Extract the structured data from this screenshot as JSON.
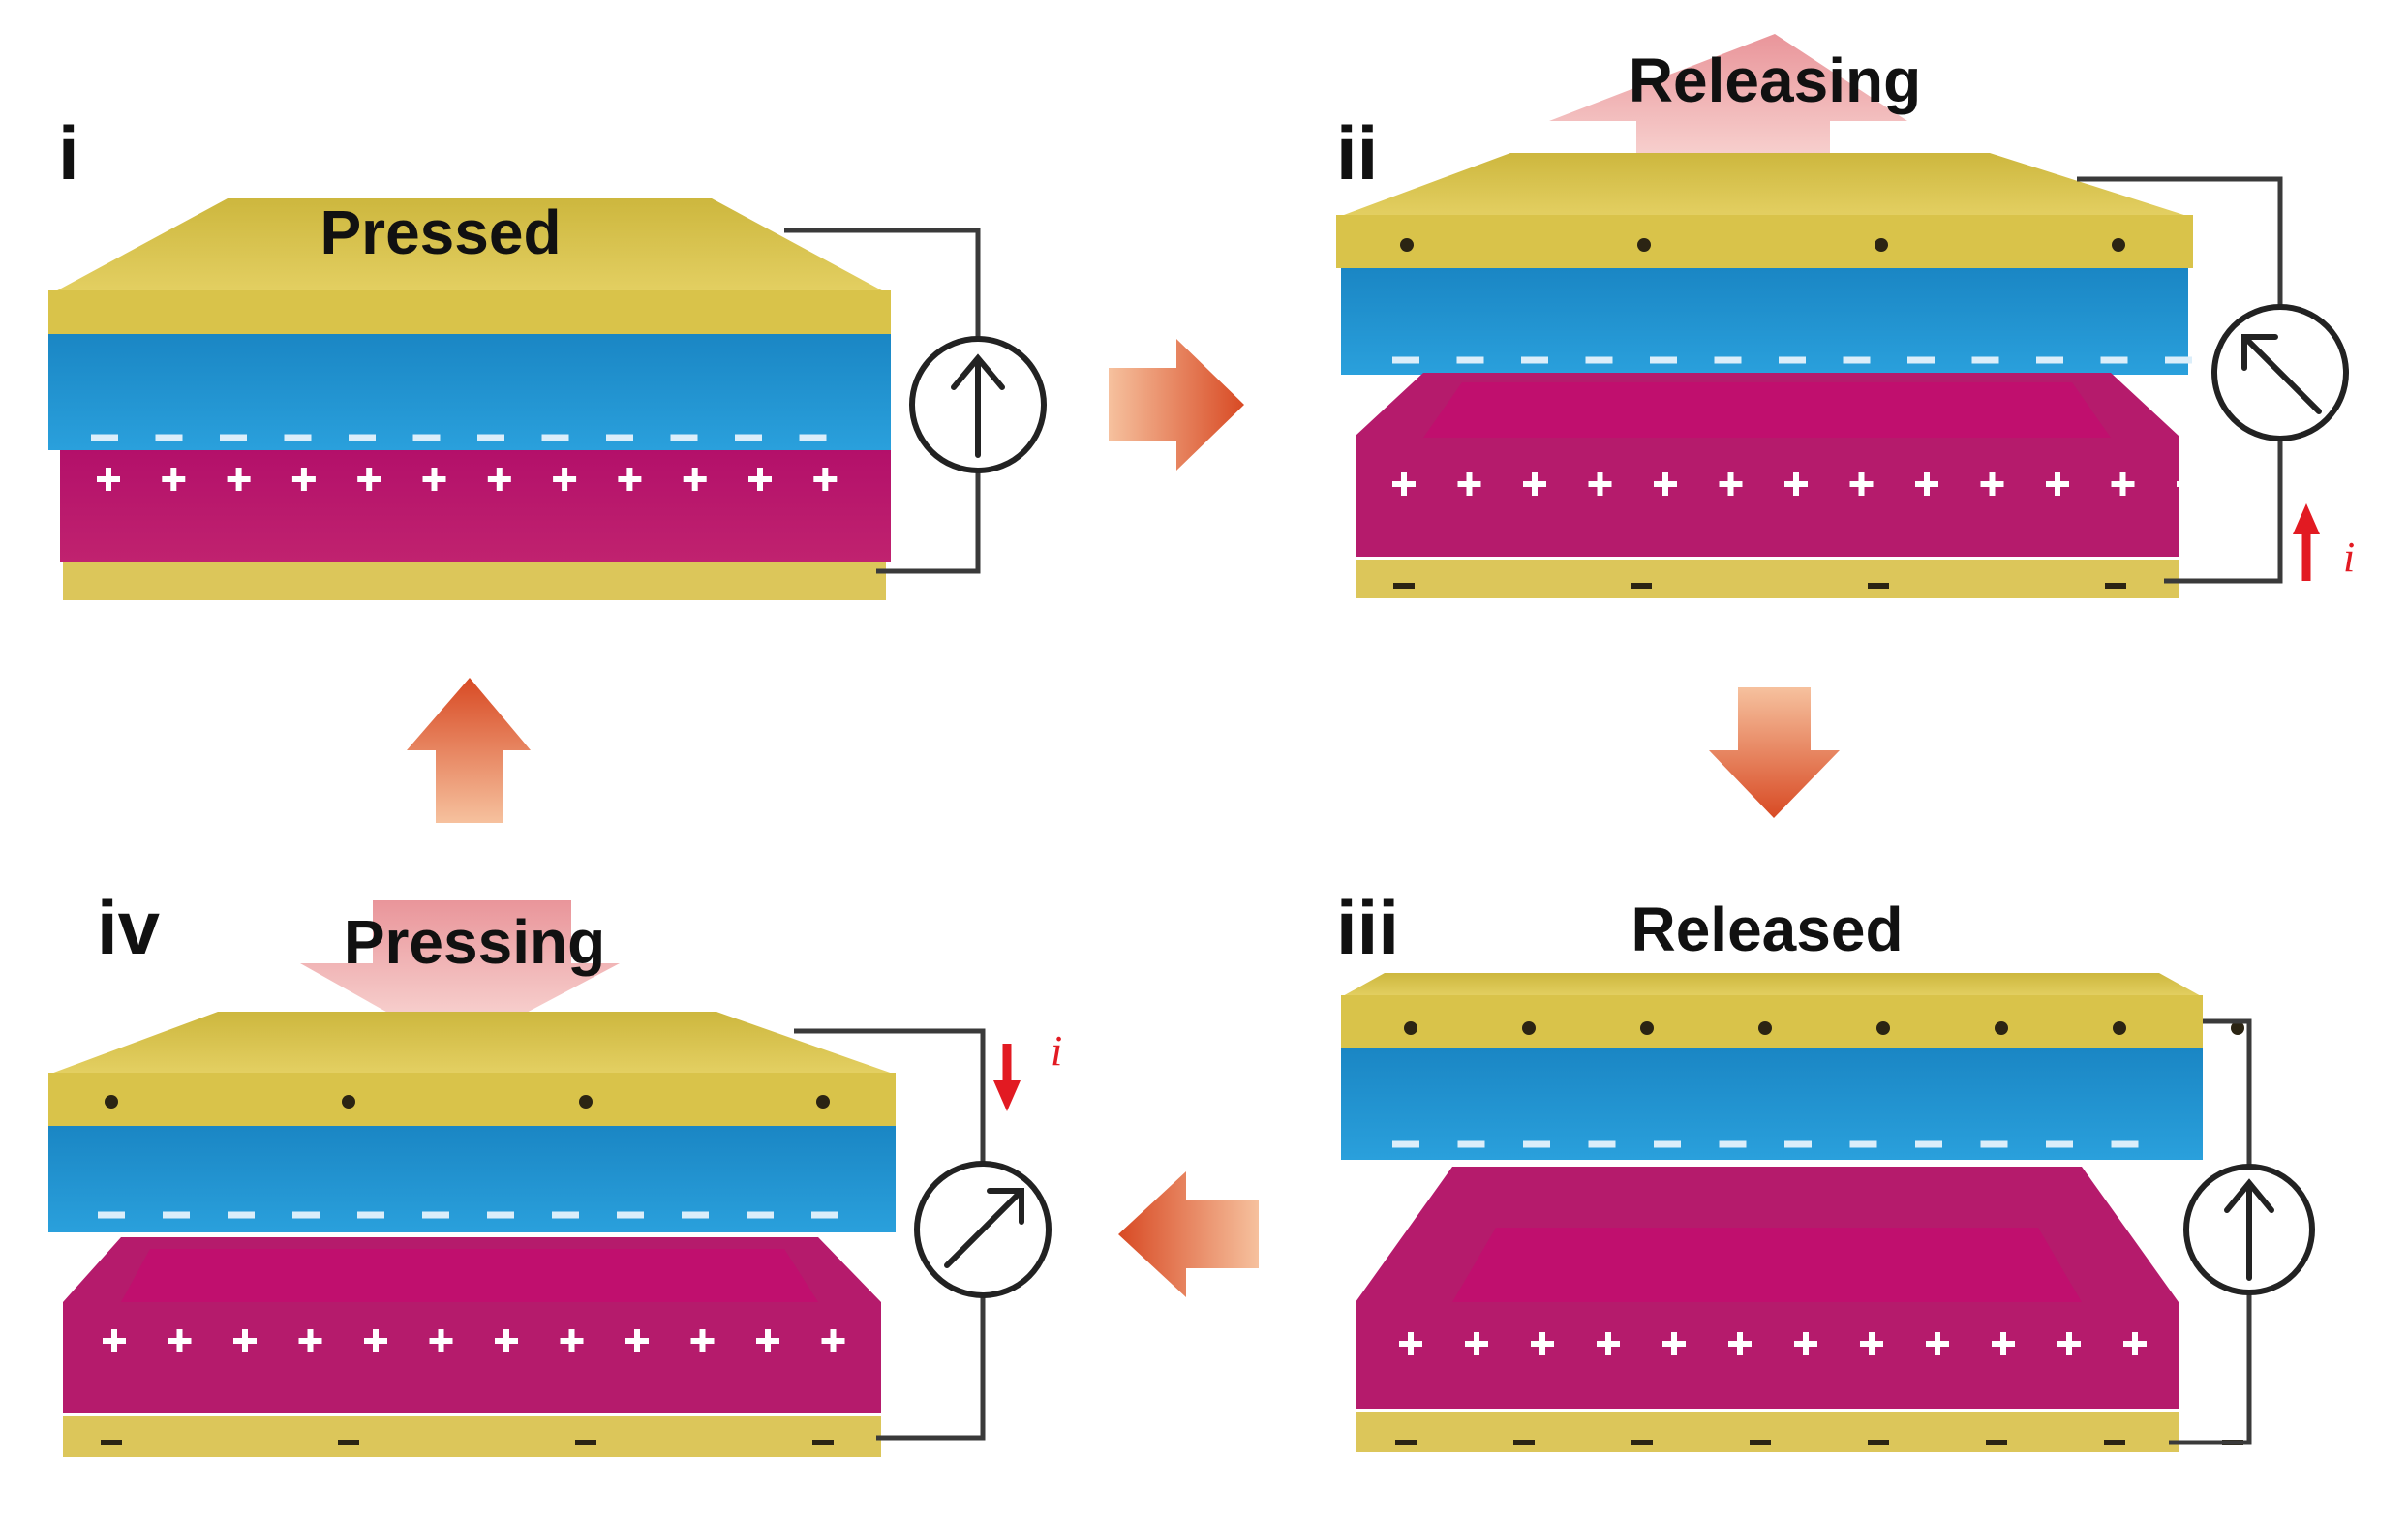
{
  "panels": [
    {
      "id": "i",
      "roman": "i",
      "state": "Pressed"
    },
    {
      "id": "ii",
      "roman": "ii",
      "state": "Releasing",
      "current_label": "i"
    },
    {
      "id": "iii",
      "roman": "iii",
      "state": "Released"
    },
    {
      "id": "iv",
      "roman": "iv",
      "state": "Pressing",
      "current_label": "i"
    }
  ],
  "colors": {
    "electrode": "#d8c24a",
    "electrode_light": "#e7d46a",
    "dielectric_top": "#1e8fcc",
    "dielectric_bottom": "#b0186a",
    "dielectric_bottom_inner": "#c21270",
    "arrow": "#e0683a",
    "current_arrow": "#e21a22"
  },
  "icons": [
    "ammeter-icon",
    "process-arrow-icon",
    "current-arrow-icon",
    "force-arrow-icon"
  ]
}
